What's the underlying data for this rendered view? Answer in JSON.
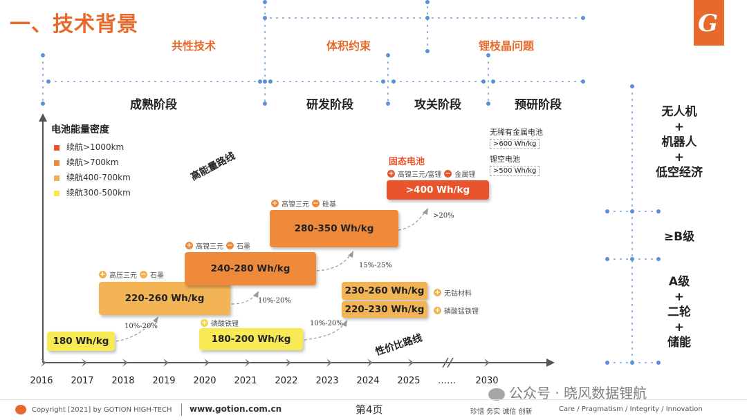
{
  "page_title": "一、技术背景",
  "logo_letter": "G",
  "top_headers": [
    {
      "label": "共性技术"
    },
    {
      "label": "体积约束"
    },
    {
      "label": "锂枝晶问题"
    }
  ],
  "stages": [
    {
      "label": "成熟阶段"
    },
    {
      "label": "研发阶段"
    },
    {
      "label": "攻关阶段"
    },
    {
      "label": "预研阶段"
    }
  ],
  "right_column": {
    "top": [
      "无人机",
      "+",
      "机器人",
      "+",
      "低空经济"
    ],
    "middle": "≥B级",
    "bottom": [
      "A级",
      "+",
      "二轮",
      "+",
      "储能"
    ]
  },
  "legend": {
    "title": "电池能量密度",
    "items": [
      {
        "label": "续航>1000km",
        "color": "#e8552c"
      },
      {
        "label": "续航>700km",
        "color": "#ee8a3a"
      },
      {
        "label": "续航400-700km",
        "color": "#f2b04e"
      },
      {
        "label": "续航300-500km",
        "color": "#f7e64a"
      }
    ]
  },
  "route_labels": {
    "high_energy": "高能量路线",
    "cost_performance": "性价比路线"
  },
  "boxes": [
    {
      "label": "180 Wh/kg",
      "color": "#f8ea55"
    },
    {
      "label": "220-260 Wh/kg",
      "color": "#f3b455"
    },
    {
      "label": "240-280 Wh/kg",
      "color": "#ee8a3a"
    },
    {
      "label": "280-350 Wh/kg",
      "color": "#ee8a3a"
    },
    {
      "label": ">400 Wh/kg",
      "color": "#e8552c"
    },
    {
      "label": "180-200 Wh/kg",
      "color": "#f8ea55"
    },
    {
      "label": "230-260 Wh/kg",
      "color": "#f3b455"
    },
    {
      "label": "220-230 Wh/kg",
      "color": "#f3b455"
    }
  ],
  "tags": {
    "t220_plus": "高压三元",
    "t220_minus": "石墨",
    "t240_plus": "高镍三元",
    "t240_minus": "石墨",
    "t280_plus": "高镍三元",
    "t280_minus": "硅基",
    "t400_plus": "高镍三元/富锂",
    "t400_minus": "金属锂",
    "t180_plus": "磷酸铁锂",
    "t230_plus": "无钴材料",
    "t220b_plus": "磷酸锰铁锂"
  },
  "solid_state_label": "固态电池",
  "notes": {
    "rare_metal": "无稀有金属电池",
    "rare_metal_value": ">600 Wh/kg",
    "li_air": "锂空电池",
    "li_air_value": ">500 Wh/kg"
  },
  "percent_labels": [
    "10%-20%",
    "10%-20%",
    "15%-25%",
    ">20%",
    "10%-20%"
  ],
  "years": [
    "2016",
    "2017",
    "2018",
    "2019",
    "2020",
    "2021",
    "2022",
    "2023",
    "2024",
    "2025",
    "……",
    "2030"
  ],
  "footer": {
    "copyright": "Copyright [2021] by GOTION HIGH-TECH",
    "website": "www.gotion.com.cn",
    "page": "第4页",
    "values_cn": "珍惜 务实 诚信 创新",
    "values_en": "Care / Pragmatism / Integrity / Innovation",
    "watermark": "公众号 · 晓风数据锂航"
  },
  "colors": {
    "accent": "#e8692c",
    "guide": "#5b8fd6"
  }
}
